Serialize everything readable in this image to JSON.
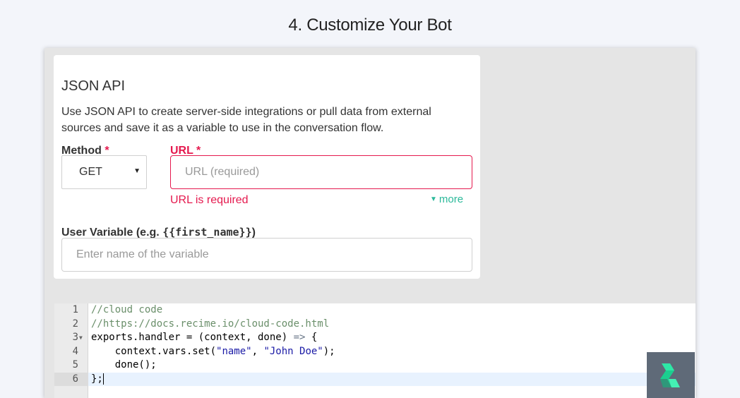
{
  "page": {
    "title": "4. Customize Your Bot"
  },
  "card": {
    "title": "JSON API",
    "description": "Use JSON API to create server-side integrations or pull data from external sources and save it as a variable to use in the conversation flow.",
    "method_label": "Method",
    "url_label": "URL",
    "required_mark": "*",
    "method_value": "GET",
    "url_placeholder": "URL (required)",
    "url_error": "URL is required",
    "more_label": "more",
    "user_variable_label": "User Variable (e.g. ",
    "user_variable_example": "{{first_name}}",
    "user_variable_suffix": ")",
    "variable_placeholder": "Enter name of the variable"
  },
  "editor": {
    "line_numbers": [
      "1",
      "2",
      "3",
      "4",
      "5",
      "6"
    ],
    "lines": {
      "l1": "//cloud code",
      "l2": "//https://docs.recime.io/cloud-code.html",
      "l3_a": "exports.handler = (context, done) ",
      "l3_op": "=>",
      "l3_b": " {",
      "l4_a": "    context.vars.set(",
      "l4_s1": "\"name\"",
      "l4_c": ", ",
      "l4_s2": "\"John Doe\"",
      "l4_d": ");",
      "l5": "    done();",
      "l6": "};"
    },
    "active_line": 6
  },
  "colors": {
    "accent": "#2bb99a",
    "error": "#e5194e",
    "panel": "#e5e5e5",
    "widget": "#5f6a78"
  },
  "widget": {
    "icon": "recime-logo-icon"
  }
}
